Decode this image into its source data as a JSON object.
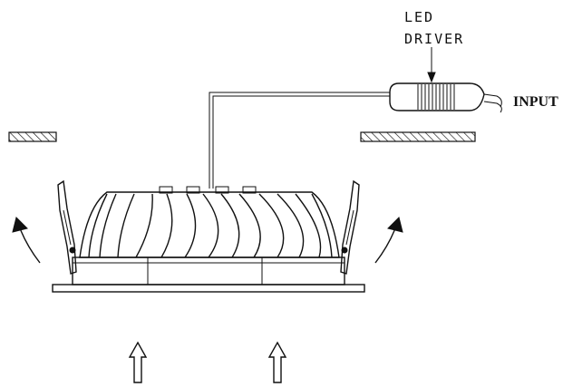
{
  "labels": {
    "driver_line1": "LED",
    "driver_line2": "DRIVER",
    "input": "INPUT"
  },
  "icons": {
    "rotate_left": "curved-arrow-up-left-icon",
    "rotate_right": "curved-arrow-up-right-icon",
    "push_up": "hollow-up-arrow-icon"
  },
  "colors": {
    "line": "#111111",
    "background": "#ffffff"
  }
}
